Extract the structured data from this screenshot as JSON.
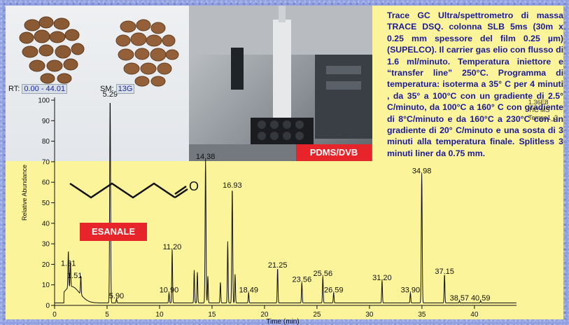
{
  "description": "Trace GC Ultra/spettrometro di massa TRACE DSQ. colonna SLB 5ms (30m x 0.25 mm spessore del film 0.25 µm) (SUPELCO). Il carrier gas elio con flusso di 1.6 ml/minuto. Temperatura iniettore e “transfer line” 250°C. Programma di temperatura: isoterma a 35° C per 4 minuti , da 35° a 100°C con un gradiente di 2.5° C/minuto, da 100°C a 160° C con gradiente di 8°C/minuto e da 160°C a 230°C con un gradiente di 20° C/minuto e una sosta di 3 minuti alla temperatura finale. Splitless 3 minuti liner da 0.75 mm.",
  "labels": {
    "fiber": "PDMS/DVB",
    "compound": "ESANALE"
  },
  "header": {
    "rt_label": "RT:",
    "rt_value": "0.00 - 44.01",
    "sm_label": "SM:",
    "sm_value": "13G"
  },
  "overlay": {
    "nl": "1.36E8",
    "tic": "TIC MS",
    "file": "Tempo1_3"
  },
  "colors": {
    "panel": "#fbf49a",
    "background": "#8f9fe0",
    "text": "#1b1b9a",
    "label_bg": "#e7242a"
  },
  "chart_data": {
    "type": "line",
    "xlabel": "Time (min)",
    "ylabel": "Relative Abundance",
    "xlim": [
      0,
      44.01
    ],
    "ylim": [
      0,
      100
    ],
    "xticks": [
      0,
      5,
      10,
      15,
      20,
      25,
      30,
      35,
      40
    ],
    "yticks": [
      0,
      10,
      20,
      30,
      40,
      50,
      60,
      70,
      80,
      90,
      100
    ],
    "peaks": [
      {
        "rt": 1.31,
        "abundance": 18,
        "label": "1.31"
      },
      {
        "rt": 1.51,
        "abundance": 12,
        "label": "1.51"
      },
      {
        "rt": 2.5,
        "abundance": 9,
        "label": ""
      },
      {
        "rt": 5.29,
        "abundance": 100,
        "label": "5.29"
      },
      {
        "rt": 5.9,
        "abundance": 2,
        "label": "5.90"
      },
      {
        "rt": 10.9,
        "abundance": 5,
        "label": "10.90"
      },
      {
        "rt": 11.2,
        "abundance": 26,
        "label": "11.20"
      },
      {
        "rt": 13.3,
        "abundance": 16,
        "label": ""
      },
      {
        "rt": 13.6,
        "abundance": 15,
        "label": ""
      },
      {
        "rt": 14.38,
        "abundance": 70,
        "label": "14.38"
      },
      {
        "rt": 14.6,
        "abundance": 13,
        "label": ""
      },
      {
        "rt": 15.8,
        "abundance": 10,
        "label": ""
      },
      {
        "rt": 16.5,
        "abundance": 30,
        "label": ""
      },
      {
        "rt": 16.93,
        "abundance": 56,
        "label": "16.93"
      },
      {
        "rt": 17.2,
        "abundance": 14,
        "label": ""
      },
      {
        "rt": 18.49,
        "abundance": 5,
        "label": "18.49"
      },
      {
        "rt": 21.25,
        "abundance": 17,
        "label": "21.25"
      },
      {
        "rt": 23.56,
        "abundance": 10,
        "label": "23.56"
      },
      {
        "rt": 25.56,
        "abundance": 13,
        "label": "25.56"
      },
      {
        "rt": 26.59,
        "abundance": 5,
        "label": "26.59"
      },
      {
        "rt": 31.2,
        "abundance": 11,
        "label": "31.20"
      },
      {
        "rt": 33.9,
        "abundance": 5,
        "label": "33.90"
      },
      {
        "rt": 34.98,
        "abundance": 63,
        "label": "34.98"
      },
      {
        "rt": 37.15,
        "abundance": 14,
        "label": "37.15"
      },
      {
        "rt": 38.57,
        "abundance": 1,
        "label": "38.57"
      },
      {
        "rt": 40.59,
        "abundance": 1,
        "label": "40.59"
      }
    ]
  }
}
